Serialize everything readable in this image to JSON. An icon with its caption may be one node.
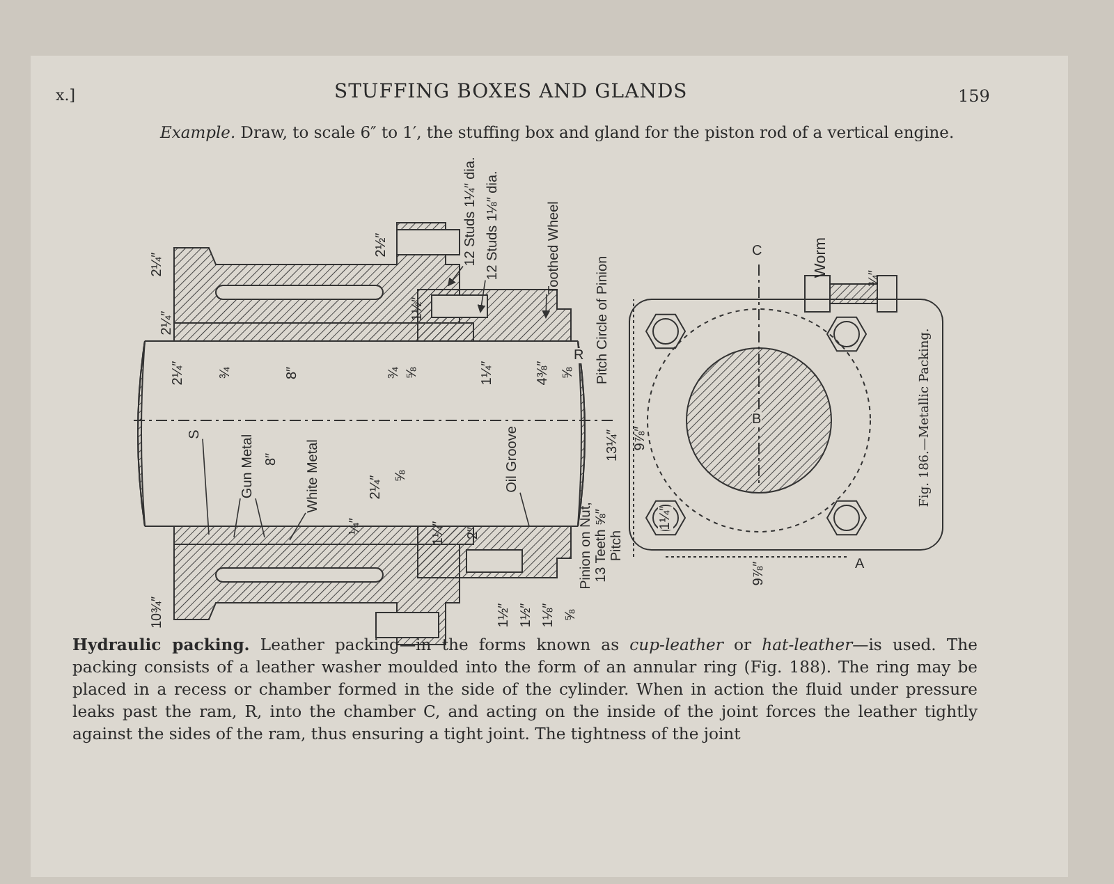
{
  "diagram": {
    "title": "STUFFING BOXES AND GLANDS",
    "caption": "Fig. 186.—Metallic Packing.",
    "nodes": [
      {
        "text": [
          "12 Studs 1¼″ dia."
        ]
      },
      {
        "text": [
          "12 Studs 1⅛″ dia."
        ]
      },
      {
        "text": [
          "Toothed Wheel"
        ]
      },
      {
        "text": [
          "S"
        ]
      },
      {
        "text": [
          "Gun Metal"
        ]
      },
      {
        "text": [
          "White Metal"
        ]
      },
      {
        "text": [
          "Oil Groove"
        ]
      }
    ],
    "edges": [
      {
        "from": 0,
        "to": null,
        "arrow": "to"
      },
      {
        "from": 1,
        "to": null,
        "arrow": "to"
      },
      {
        "from": 2,
        "to": null,
        "arrow": "to"
      },
      {
        "from": 3,
        "to": null,
        "arrow": "none"
      },
      {
        "from": 4,
        "to": null,
        "arrow": "none"
      },
      {
        "from": 4,
        "to": null,
        "arrow": "none"
      },
      {
        "from": 5,
        "to": null,
        "arrow": "none"
      },
      {
        "from": 6,
        "to": null,
        "arrow": "none"
      }
    ],
    "labels": [
      "x.]",
      "159",
      "*Example.* Draw, to scale 6″ to 1′, the stuffing box and gland for the piston rod of a vertical engine.",
      "2¼″",
      "2¼″",
      "2¼″",
      "¾",
      "8″",
      "¾",
      "⅝",
      "1½″",
      "2½″",
      "1¼″",
      "4⅜″",
      "⅝",
      "R",
      "Pitch Circle of Pinion",
      "C",
      "Worm",
      "¾″",
      "8″",
      "¼″",
      "2¼″",
      "⅝",
      "1¼″",
      "2″",
      "10¾″",
      "1½″",
      "1½″",
      "1⅛″",
      "⅝",
      "Pinion on Nut, 13 Teeth ⅝″ Pitch",
      "13¼″",
      "9⅞″",
      "B",
      "1¼″",
      "9⅞″",
      "A",
      "**Hydraulic packing.** Leather packing—in the forms known as *cup-leather* or *hat-leather*—is used. The packing consists of a leather washer moulded into the form of an annular ring (Fig. 188). The ring may be placed in a recess or chamber formed in the side of the cylinder. When in action the fluid under pressure leaks past the ram, R, into the chamber C, and acting on the inside of the joint forces the leather tightly against the sides of the ram, thus ensuring a tight joint. The tightness of the joint"
    ]
  }
}
